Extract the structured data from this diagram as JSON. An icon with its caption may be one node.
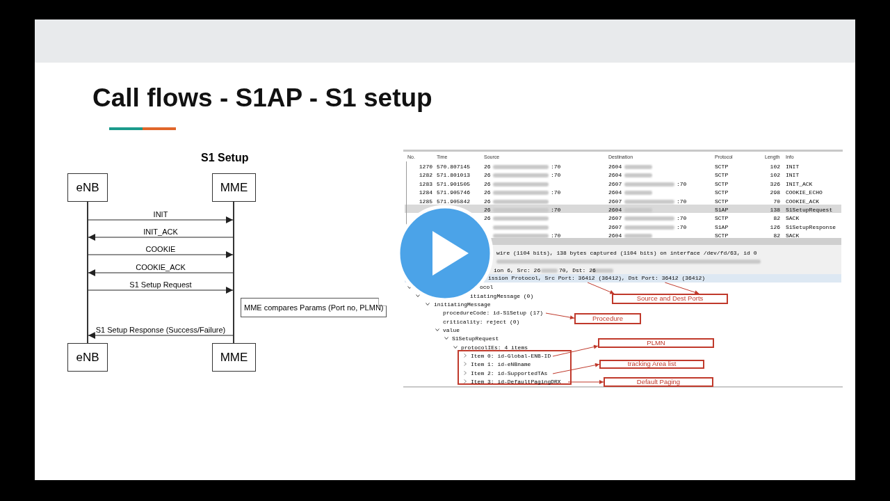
{
  "diagram": {
    "title": "Call flows - S1AP - S1 setup",
    "nodes": [
      {
        "text": [
          "eNB"
        ]
      },
      {
        "text": [
          "MME"
        ]
      },
      {
        "text": [
          "eNB"
        ]
      },
      {
        "text": [
          "MME"
        ]
      },
      {
        "text": [
          "MME compares Params (Port no, PLMN)"
        ]
      },
      {
        "text": [
          "ission Protocol, Src Port: 36412 (36412), Dst Port: 36412 (36412)"
        ]
      },
      {
        "text": [
          "Source and Dest Ports"
        ]
      },
      {
        "text": [
          "procedureCode: id-S1Setup (17)"
        ]
      },
      {
        "text": [
          "Procedure"
        ]
      },
      {
        "text": [],
        "shape": "box"
      },
      {
        "text": [
          "Item 0: id-Global-ENB-ID"
        ],
        "in": 9
      },
      {
        "text": [
          "Item 1: id-eNBname"
        ],
        "in": 9
      },
      {
        "text": [
          "Item 2: id-SupportedTAs"
        ],
        "in": 9
      },
      {
        "text": [
          "Item 3: id-DefaultPagingDRX"
        ],
        "in": 9
      },
      {
        "text": [
          "PLMN"
        ]
      },
      {
        "text": [
          "tracking Area list"
        ]
      },
      {
        "text": [
          "Default Paging"
        ]
      },
      {
        "text": [],
        "shape": "bar"
      },
      {
        "text": [],
        "shape": "bar"
      }
    ],
    "edges": [
      {
        "from": 17,
        "to": 18,
        "arrow": "to",
        "label": "INIT"
      },
      {
        "from": 18,
        "to": 17,
        "arrow": "to",
        "label": "INIT_ACK"
      },
      {
        "from": 17,
        "to": 18,
        "arrow": "to",
        "label": "COOKIE"
      },
      {
        "from": 18,
        "to": 17,
        "arrow": "to",
        "label": "COOKIE_ACK"
      },
      {
        "from": 17,
        "to": 18,
        "arrow": "to",
        "label": "S1 Setup Request"
      },
      {
        "from": 18,
        "to": 17,
        "arrow": "to",
        "label": "S1 Setup Response (Success/Failure)"
      },
      {
        "from": 5,
        "to": 6,
        "arrow": "to",
        "color": "#c0392b"
      },
      {
        "from": 5,
        "to": 6,
        "arrow": "to",
        "color": "#c0392b"
      },
      {
        "from": 7,
        "to": 8,
        "arrow": "to",
        "color": "#c0392b"
      },
      {
        "from": 10,
        "to": 14,
        "arrow": "to",
        "color": "#c0392b"
      },
      {
        "from": 12,
        "to": 15,
        "arrow": "to",
        "color": "#c0392b"
      },
      {
        "from": 13,
        "to": 16,
        "arrow": "to",
        "color": "#c0392b"
      }
    ],
    "labels": [
      "S1 Setup",
      "No.",
      "Time",
      "Source",
      "Destination",
      "Protocol",
      "Length",
      "Info",
      "1270",
      "570.807145",
      "26",
      ":70",
      "2604",
      "SCTP",
      "102",
      "INIT",
      "1282",
      "571.801013",
      "26",
      ":70",
      "2604",
      "SCTP",
      "102",
      "INIT",
      "1283",
      "571.901505",
      "26",
      "2607",
      ":70",
      "SCTP",
      "326",
      "INIT_ACK",
      "1284",
      "571.905746",
      "26",
      ":70",
      "2604",
      "SCTP",
      "298",
      "COOKIE_ECHO",
      "1285",
      "571.905842",
      "26",
      "2607",
      ":70",
      "SCTP",
      "70",
      "COOKIE_ACK",
      "26",
      ":70",
      "2604",
      "S1AP",
      "138",
      "S1SetupRequest",
      "26",
      "2607",
      ":70",
      "SCTP",
      "82",
      "SACK",
      "2607",
      ":70",
      "S1AP",
      "126",
      "S1SetupResponse",
      ":70",
      "2604",
      "SCTP",
      "82",
      "SACK",
      "wire (1104 bits), 138 bytes captured (1104 bits) on interface /dev/fd/63, id 0",
      "ion 6, Src: 26",
      "70, Dst: 26",
      "ocol",
      "itiatingMessage (0)",
      "initiatingMessage",
      "criticality: reject (0)",
      "value",
      "S1SetupRequest",
      "protocolIEs: 4 items"
    ]
  }
}
